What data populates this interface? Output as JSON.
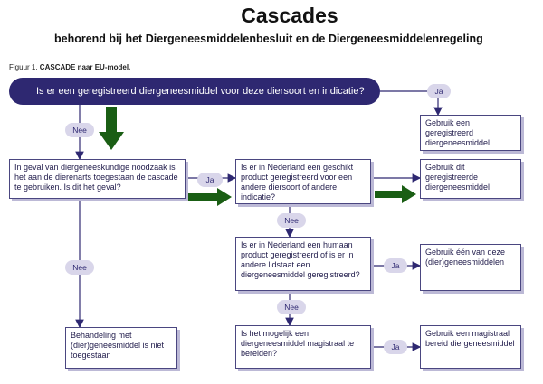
{
  "header": {
    "title": "Cascades",
    "subtitle": "behorend bij het Diergeneesmiddelenbesluit en de Diergeneesmiddelenregeling"
  },
  "figure": {
    "caption_prefix": "Figuur 1. ",
    "caption_bold": "CASCADE naar EU-model."
  },
  "flow": {
    "question": "Is er een geregistreerd diergeneesmiddel voor deze diersoort en indicatie?",
    "labels": {
      "ja": "Ja",
      "nee": "Nee"
    },
    "boxes": {
      "noodzaak": "In geval van diergeneeskundige noodzaak is het aan de dierenarts toegestaan de cascade te gebruiken. Is dit het geval?",
      "nl_geschikt": "Is er in Nederland een geschikt product geregistreerd voor een andere diersoort of andere indicatie?",
      "humaan": "Is er in Nederland een humaan product geregistreerd of is er in andere lidstaat een diergeneesmiddel geregistreerd?",
      "magistraal": "Is het mogelijk een diergeneesmiddel magistraal te bereiden?",
      "behandeling": "Behandeling met (dier)geneesmiddel is niet toegestaan",
      "gebruik_geregistreerd": "Gebruik een geregistreerd diergeneesmiddel",
      "gebruik_dit": "Gebruik dit geregistreerde diergeneesmiddel",
      "gebruik_een_van": "Gebruik één van deze (dier)geneesmiddelen",
      "gebruik_magistraal": "Gebruik een magistraal bereid diergeneesmiddel"
    }
  },
  "colors": {
    "dark_purple": "#2e2871",
    "pill": "#d9d6ea",
    "green_arrow": "#1a5e14",
    "line": "#2e2871"
  }
}
